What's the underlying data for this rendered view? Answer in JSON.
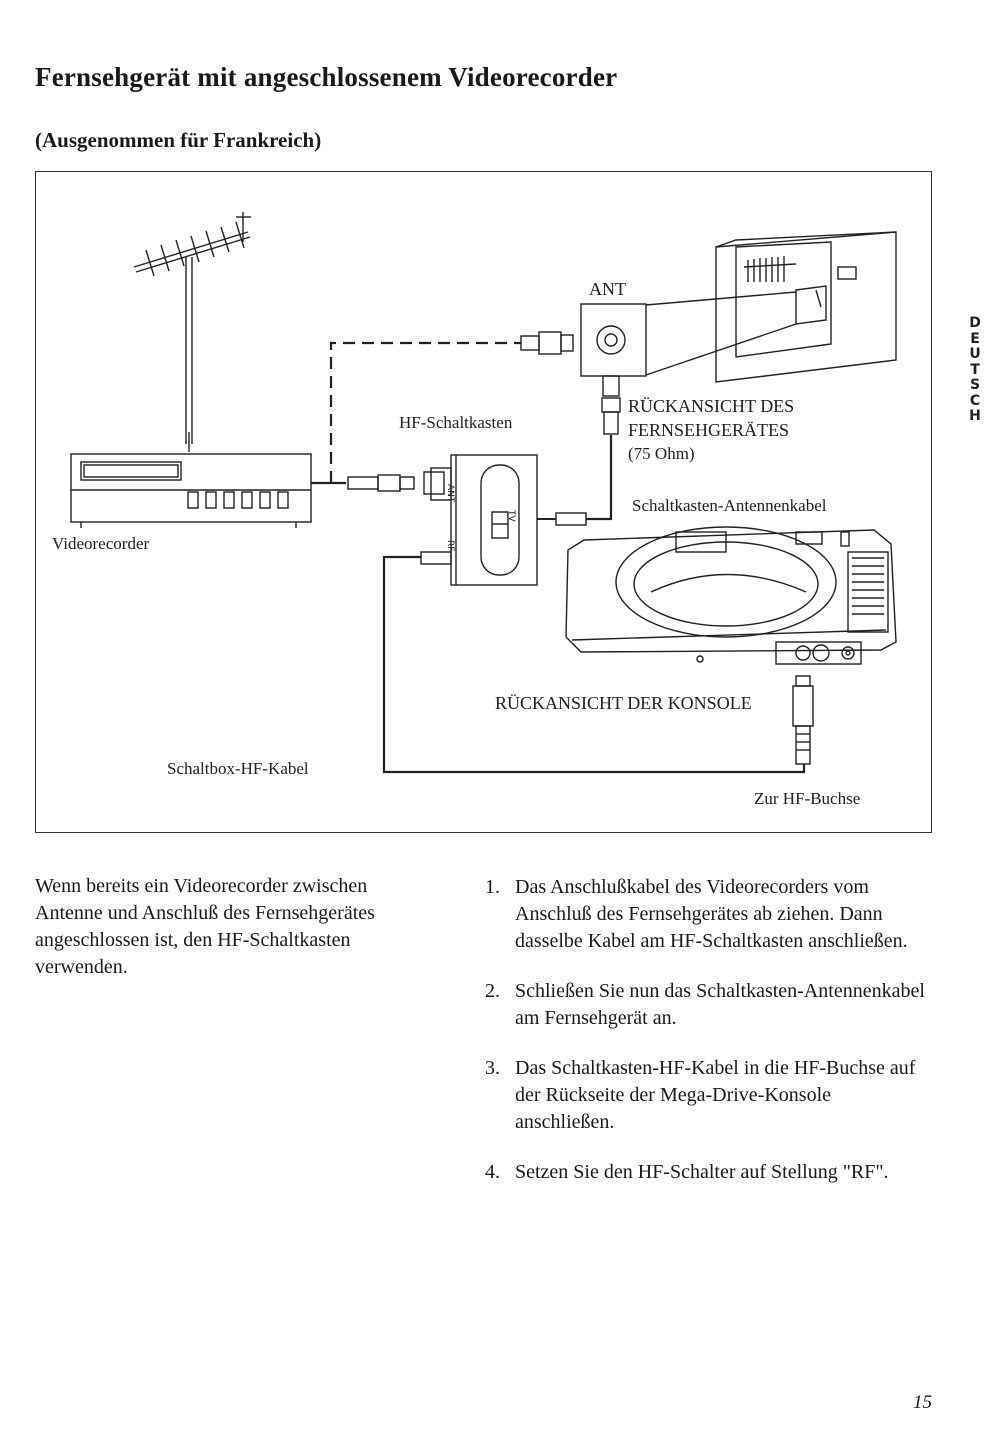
{
  "page": {
    "title": "Fernsehgerät mit angeschlossenem Videorecorder",
    "subtitle": "(Ausgenommen für Frankreich)",
    "page_number": "15"
  },
  "side_tab": {
    "letters": [
      "D",
      "E",
      "U",
      "T",
      "S",
      "C",
      "H"
    ]
  },
  "diagram": {
    "labels": {
      "ant": "ANT",
      "tv_rear_line1": "RÜCKANSICHT DES",
      "tv_rear_line2": "FERNSEHGERÄTES",
      "tv_rear_ohm": "(75 Ohm)",
      "hf_box": "HF-Schaltkasten",
      "box_antenna_cable": "Schaltkasten-Antennenkabel",
      "vcr": "Videorecorder",
      "console_rear": "RÜCKANSICHT DER KONSOLE",
      "box_hf_cable": "Schaltbox-HF-Kabel",
      "to_hf_jack": "Zur HF-Buchse"
    },
    "switch_markings": {
      "ant": "ANT",
      "rf": "RF",
      "tv": "TV"
    }
  },
  "text": {
    "intro": "Wenn bereits ein Videorecorder zwischen Antenne und Anschluß des Fernsehgerätes angeschlossen ist, den HF-Schaltkasten verwenden.",
    "steps": [
      {
        "num": "1.",
        "text": "Das Anschlußkabel des Videorecorders vom Anschluß des Fernsehgerätes ab ziehen. Dann dasselbe Kabel am HF-Schaltkasten anschließen."
      },
      {
        "num": "2.",
        "text": "Schließen Sie nun das Schaltkasten-Antennenkabel am Fernsehgerät an."
      },
      {
        "num": "3.",
        "text": "Das Schaltkasten-HF-Kabel in die HF-Buchse auf der Rückseite der Mega-Drive-Konsole anschließen."
      },
      {
        "num": "4.",
        "text": "Setzen Sie den HF-Schalter auf Stellung \"RF\"."
      }
    ]
  }
}
